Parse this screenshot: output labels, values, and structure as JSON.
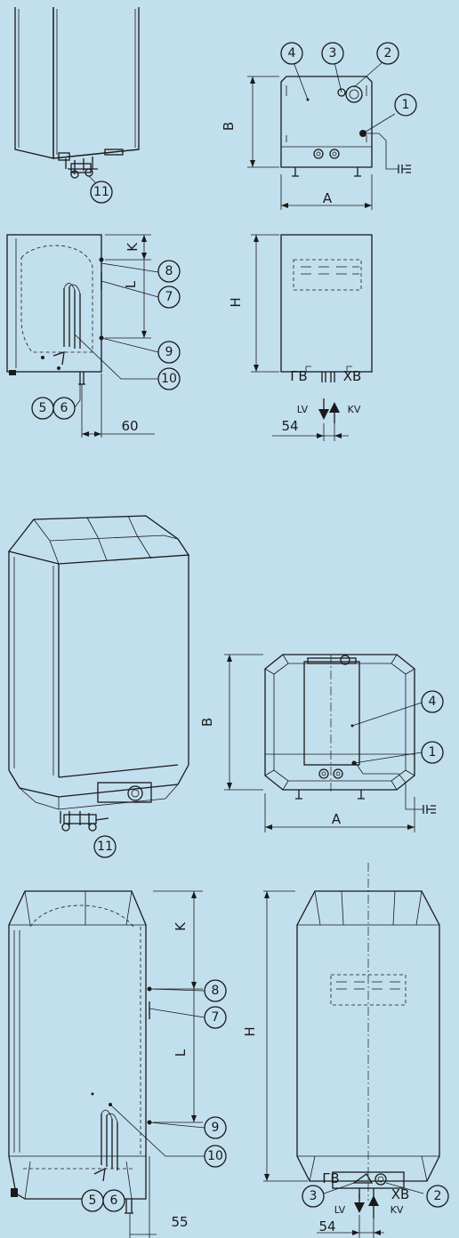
{
  "callouts": {
    "c1": "1",
    "c2": "2",
    "c3": "3",
    "c4": "4",
    "c5": "5",
    "c6": "6",
    "c7": "7",
    "c8": "8",
    "c9": "9",
    "c10": "10",
    "c11": "11"
  },
  "dimensions": {
    "A": "A",
    "B": "B",
    "H": "H",
    "K": "K",
    "L": "L",
    "d54": "54",
    "d60": "60",
    "d55": "55"
  },
  "pipes": {
    "hot": "ГВ",
    "cold": "ХВ",
    "out": "LV",
    "in": "KV"
  }
}
